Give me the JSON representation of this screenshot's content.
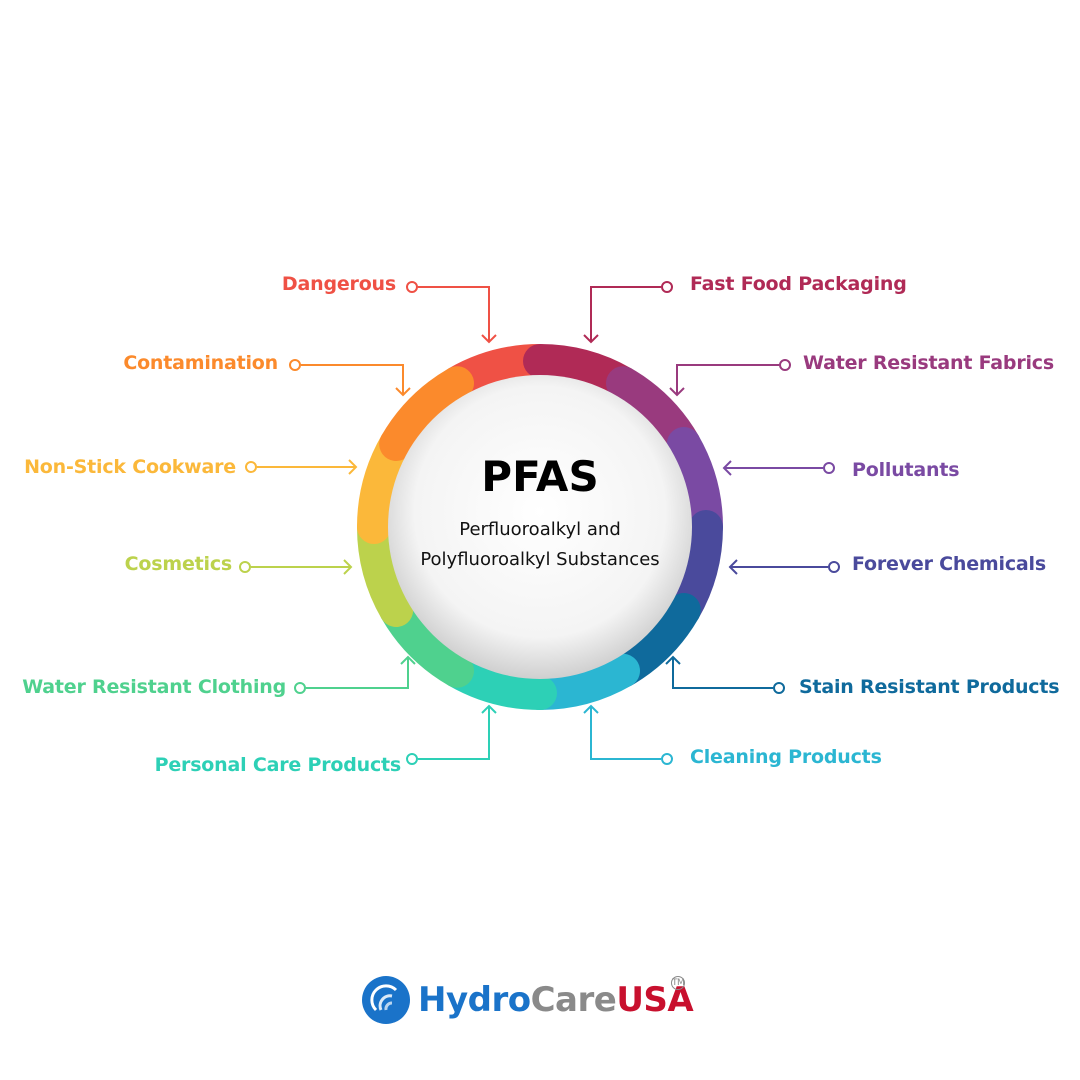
{
  "center": {
    "title": "PFAS",
    "subtitle_line1": "Perfluoroalkyl and",
    "subtitle_line2": "Polyfluoroalkyl Substances"
  },
  "items": [
    {
      "label": "Dangerous",
      "color": "#ef5145",
      "side": "left"
    },
    {
      "label": "Fast Food Packaging",
      "color": "#b02a56",
      "side": "right"
    },
    {
      "label": "Water Resistant Fabrics",
      "color": "#993a7e",
      "side": "right"
    },
    {
      "label": "Pollutants",
      "color": "#7a4aa3",
      "side": "right"
    },
    {
      "label": "Forever Chemicals",
      "color": "#4a4a9c",
      "side": "right"
    },
    {
      "label": "Stain Resistant Products",
      "color": "#0f6a9c",
      "side": "right"
    },
    {
      "label": "Cleaning Products",
      "color": "#2bb6d2",
      "side": "right"
    },
    {
      "label": "Personal Care Products",
      "color": "#2dd0b6",
      "side": "left"
    },
    {
      "label": "Water Resistant Clothing",
      "color": "#4fd18e",
      "side": "left"
    },
    {
      "label": "Cosmetics",
      "color": "#bcd24c",
      "side": "left"
    },
    {
      "label": "Non-Stick Cookware",
      "color": "#fbb83a",
      "side": "left"
    },
    {
      "label": "Contamination",
      "color": "#fb8a2c",
      "side": "left"
    }
  ],
  "logo": {
    "hydro": "Hydro",
    "care": "Care",
    "usa": "USA",
    "trademark": "TM"
  }
}
